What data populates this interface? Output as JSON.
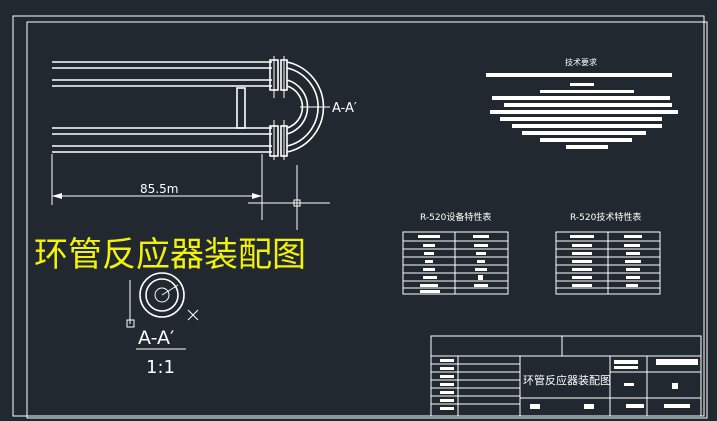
{
  "drawing": {
    "section_label": "A-A′",
    "dimension_label": "85.5m",
    "main_title": "环管反应器装配图",
    "section_view_label": "A-A′",
    "scale_label": "1:1",
    "tech_requirements_title": "技术要求",
    "table_left_title": "R-520设备特性表",
    "table_right_title": "R-520技术特性表",
    "title_block_name": "环管反应器装配图"
  },
  "colors": {
    "background": "#212830",
    "lines": "#ffffff",
    "title_text": "#f2f20a"
  }
}
